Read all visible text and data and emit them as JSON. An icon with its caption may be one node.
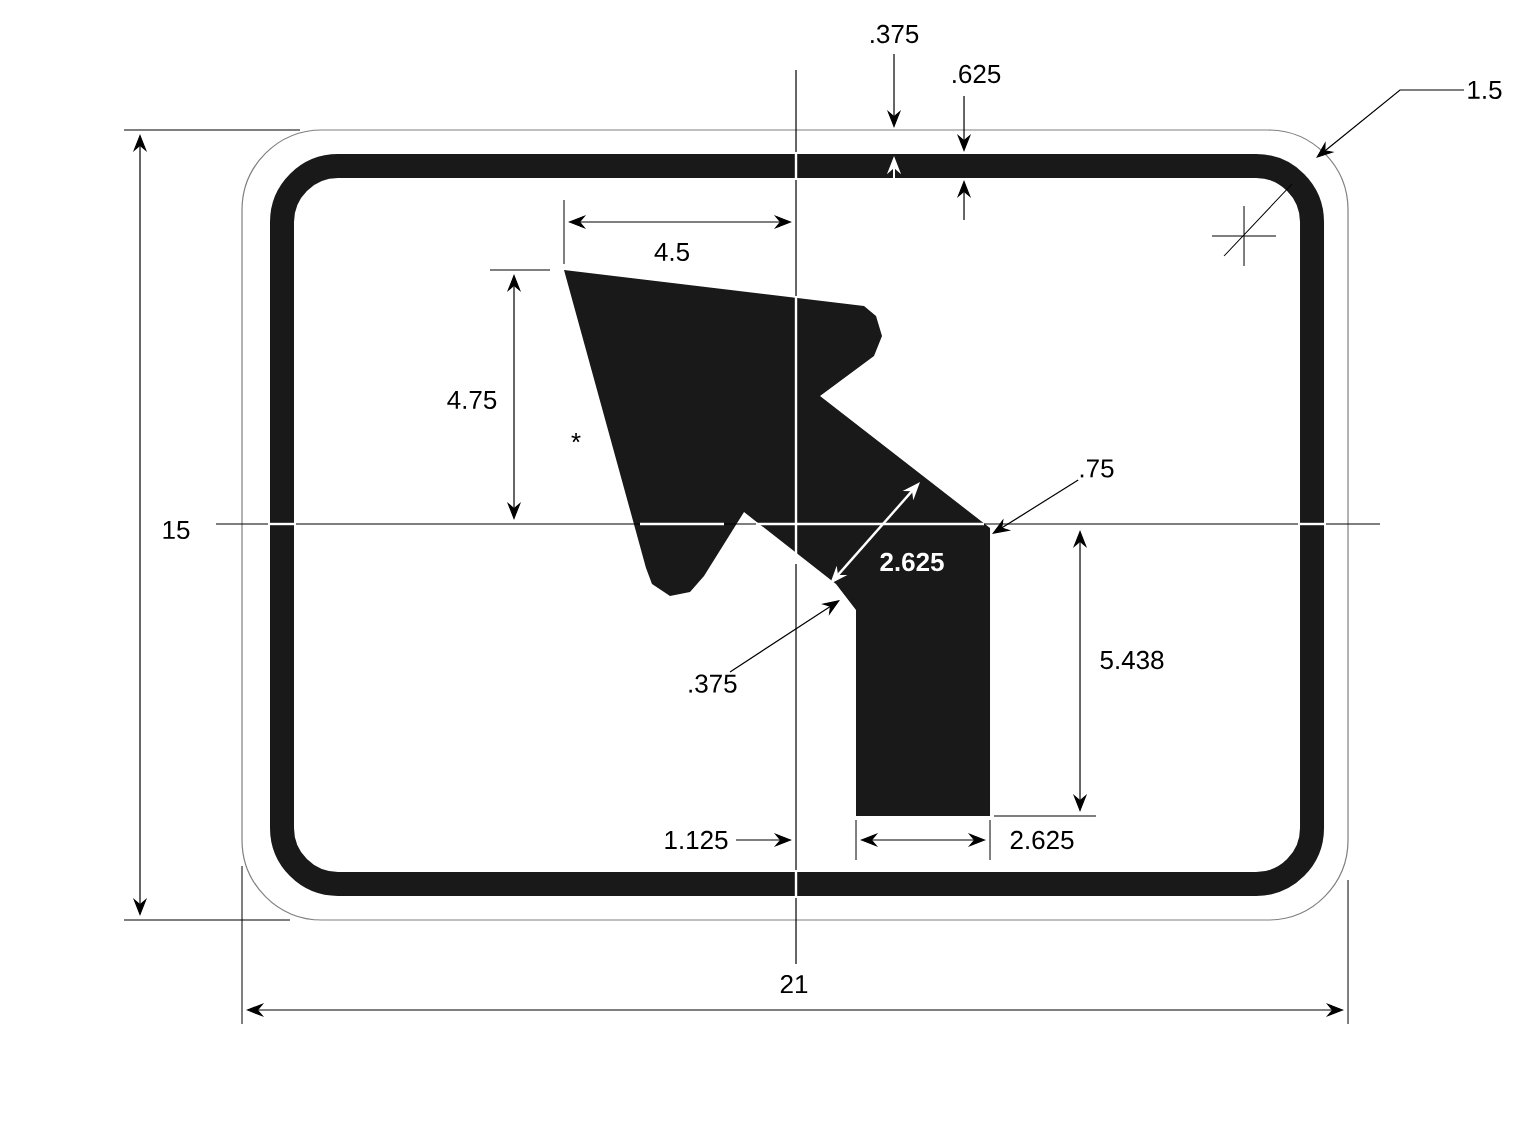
{
  "diagram": {
    "nodes": [
      {
        "text": [
          "1.5"
        ]
      },
      {
        "text": [
          ".75"
        ]
      },
      {
        "text": [
          ".375"
        ]
      }
    ],
    "edges": [
      {
        "from": 0,
        "to": null,
        "arrow": "to"
      },
      {
        "from": 1,
        "to": null,
        "arrow": "to"
      },
      {
        "from": 2,
        "to": null,
        "arrow": "to"
      }
    ],
    "labels": [
      ".375",
      ".625",
      "4.5",
      "4.75",
      "*",
      "15",
      "2.625",
      "5.438",
      "1.125",
      "2.625",
      "21"
    ]
  }
}
